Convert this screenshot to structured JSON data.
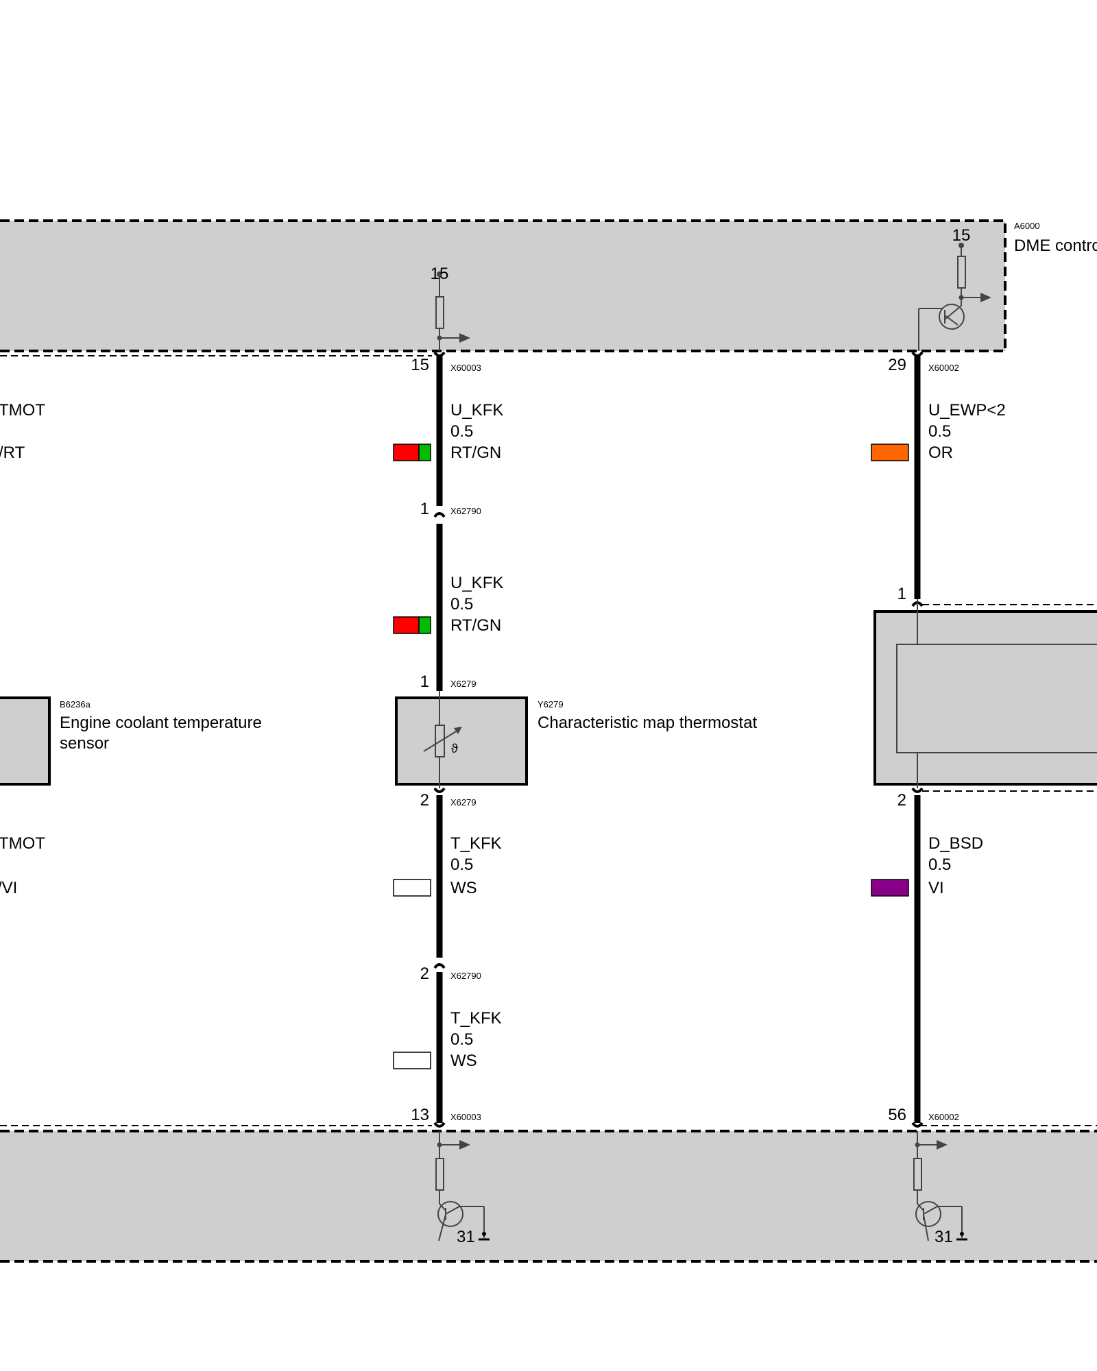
{
  "modules": {
    "dme": {
      "id": "A6000",
      "name": "DME contro",
      "supply_top_mid": "15",
      "supply_top_right": "15",
      "ground_mid": "31",
      "ground_right": "31"
    }
  },
  "components": {
    "b6236a": {
      "id": "B6236a",
      "name_line1": "Engine coolant temperature",
      "name_line2": "sensor"
    },
    "y6279": {
      "id": "Y6279",
      "name": "Characteristic map thermostat",
      "symbol": "ϑ"
    }
  },
  "left_partial": {
    "sig1": "TMOT",
    "col1": "/RT",
    "sig2": "TMOT",
    "col2": "/VI"
  },
  "wires": {
    "mid_1": {
      "pin_top": "15",
      "connector_top": "X60003",
      "signal": "U_KFK",
      "size": "0.5",
      "color_code": "RT/GN",
      "colors": [
        "#ff0000",
        "#00bb00"
      ],
      "pin_bottom": "1",
      "connector_bottom": "X62790"
    },
    "mid_2": {
      "signal": "U_KFK",
      "size": "0.5",
      "color_code": "RT/GN",
      "colors": [
        "#ff0000",
        "#00bb00"
      ],
      "pin_bottom": "1",
      "connector_bottom": "X6279"
    },
    "mid_3": {
      "pin_top": "2",
      "connector_top": "X6279",
      "signal": "T_KFK",
      "size": "0.5",
      "color_code": "WS",
      "colors": [
        "#ffffff"
      ],
      "pin_bottom": "2",
      "connector_bottom": "X62790"
    },
    "mid_4": {
      "signal": "T_KFK",
      "size": "0.5",
      "color_code": "WS",
      "colors": [
        "#ffffff"
      ],
      "pin_bottom": "13",
      "connector_bottom": "X60003"
    },
    "right_1": {
      "pin_top": "29",
      "connector_top": "X60002",
      "signal": "U_EWP<2",
      "size": "0.5",
      "color_code": "OR",
      "colors": [
        "#ff6600"
      ],
      "pin_bottom": "1"
    },
    "right_2": {
      "pin_top": "2",
      "signal": "D_BSD",
      "size": "0.5",
      "color_code": "VI",
      "colors": [
        "#880088"
      ],
      "pin_bottom": "56",
      "connector_bottom": "X60002"
    }
  }
}
